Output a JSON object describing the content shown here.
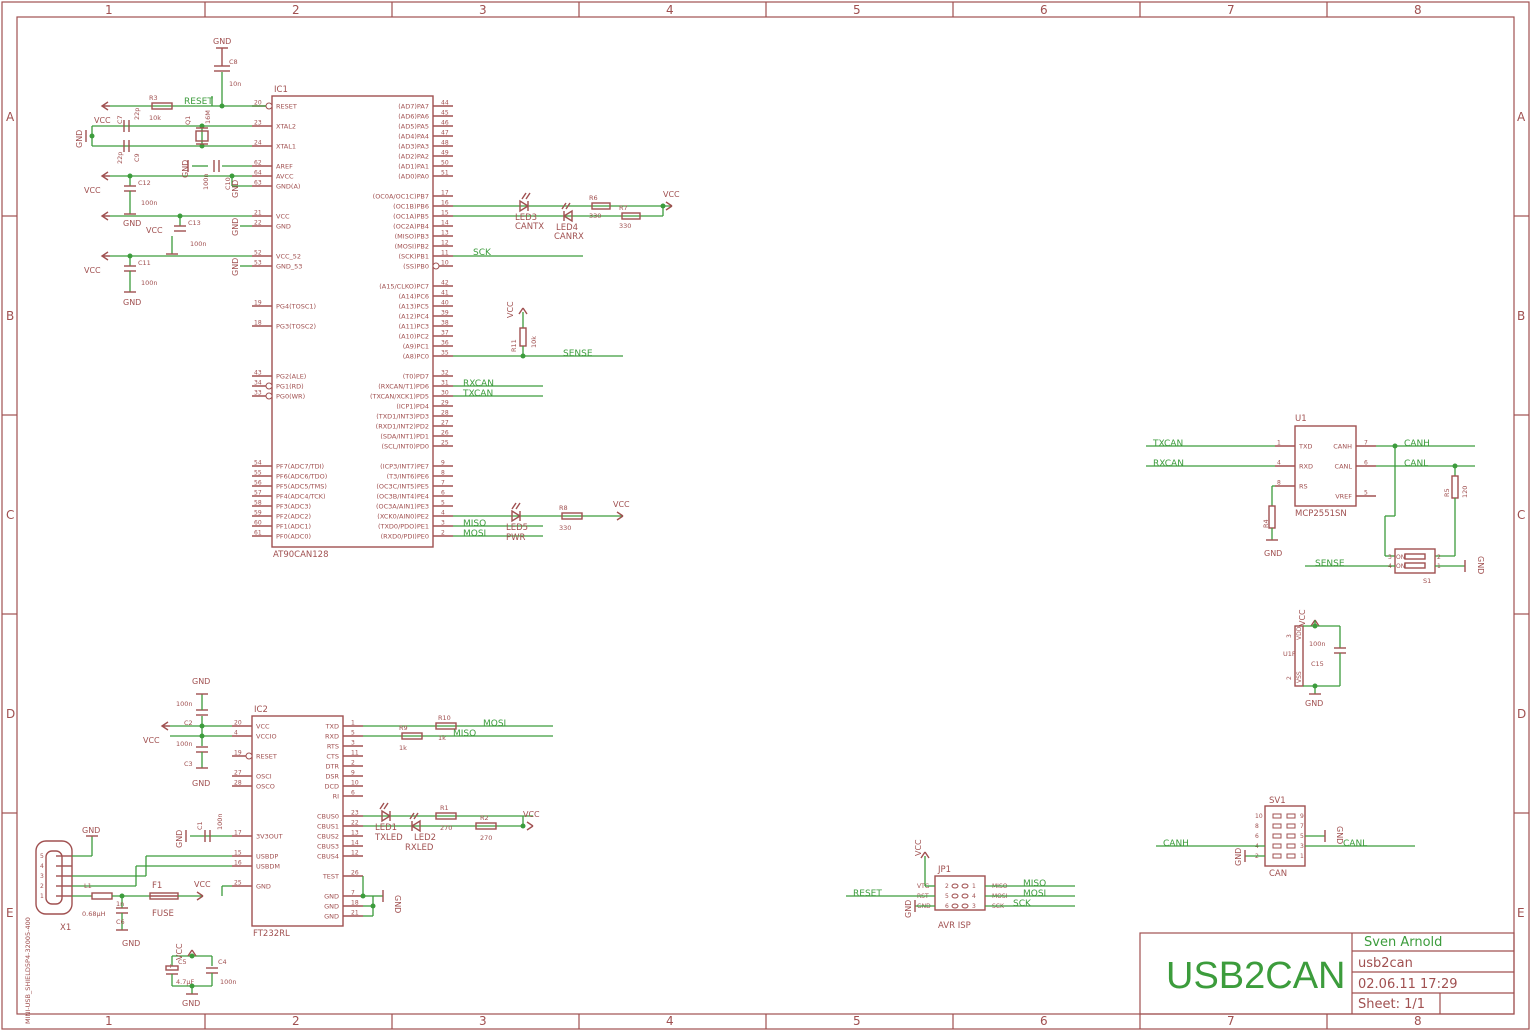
{
  "frame": {
    "columns": [
      "1",
      "2",
      "3",
      "4",
      "5",
      "6",
      "7",
      "8"
    ],
    "rows": [
      "A",
      "B",
      "C",
      "D",
      "E"
    ]
  },
  "title_block": {
    "project": "USB2CAN",
    "author": "Sven Arnold",
    "name": "usb2can",
    "date": "02.06.11 17:29",
    "sheet": "Sheet: 1/1"
  },
  "ic1": {
    "ref": "IC1",
    "part": "AT90CAN128",
    "left_pins": [
      {
        "name": "RESET",
        "num": "20"
      },
      {
        "name": "XTAL2",
        "num": "23"
      },
      {
        "name": "XTAL1",
        "num": "24"
      },
      {
        "name": "AREF",
        "num": "62"
      },
      {
        "name": "AVCC",
        "num": "64"
      },
      {
        "name": "GND(A)",
        "num": "63"
      },
      {
        "name": "VCC",
        "num": "21"
      },
      {
        "name": "GND",
        "num": "22"
      },
      {
        "name": "VCC_52",
        "num": "52"
      },
      {
        "name": "GND_53",
        "num": "53"
      },
      {
        "name": "PG4(TOSC1)",
        "num": "19"
      },
      {
        "name": "PG3(TOSC2)",
        "num": "18"
      },
      {
        "name": "PG2(ALE)",
        "num": "43"
      },
      {
        "name": "PG1(RD)",
        "num": "34"
      },
      {
        "name": "PG0(WR)",
        "num": "33"
      },
      {
        "name": "PF7(ADC7/TDI)",
        "num": "54"
      },
      {
        "name": "PF6(ADC6/TDO)",
        "num": "55"
      },
      {
        "name": "PF5(ADC5/TMS)",
        "num": "56"
      },
      {
        "name": "PF4(ADC4/TCK)",
        "num": "57"
      },
      {
        "name": "PF3(ADC3)",
        "num": "58"
      },
      {
        "name": "PF2(ADC2)",
        "num": "59"
      },
      {
        "name": "PF1(ADC1)",
        "num": "60"
      },
      {
        "name": "PF0(ADC0)",
        "num": "61"
      }
    ],
    "right_pins": [
      {
        "name": "(AD7)PA7",
        "num": "44"
      },
      {
        "name": "(AD6)PA6",
        "num": "45"
      },
      {
        "name": "(AD5)PA5",
        "num": "46"
      },
      {
        "name": "(AD4)PA4",
        "num": "47"
      },
      {
        "name": "(AD3)PA3",
        "num": "48"
      },
      {
        "name": "(AD2)PA2",
        "num": "49"
      },
      {
        "name": "(AD1)PA1",
        "num": "50"
      },
      {
        "name": "(AD0)PA0",
        "num": "51"
      },
      {
        "name": "(OC0A/OC1C)PB7",
        "num": "17"
      },
      {
        "name": "(OC1B)PB6",
        "num": "16"
      },
      {
        "name": "(OC1A)PB5",
        "num": "15"
      },
      {
        "name": "(OC2A)PB4",
        "num": "14"
      },
      {
        "name": "(MISO)PB3",
        "num": "13"
      },
      {
        "name": "(MOSI)PB2",
        "num": "12"
      },
      {
        "name": "(SCK)PB1",
        "num": "11"
      },
      {
        "name": "(SS)PB0",
        "num": "10"
      },
      {
        "name": "(A15/CLKO)PC7",
        "num": "42"
      },
      {
        "name": "(A14)PC6",
        "num": "41"
      },
      {
        "name": "(A13)PC5",
        "num": "40"
      },
      {
        "name": "(A12)PC4",
        "num": "39"
      },
      {
        "name": "(A11)PC3",
        "num": "38"
      },
      {
        "name": "(A10)PC2",
        "num": "37"
      },
      {
        "name": "(A9)PC1",
        "num": "36"
      },
      {
        "name": "(A8)PC0",
        "num": "35"
      },
      {
        "name": "(T0)PD7",
        "num": "32"
      },
      {
        "name": "(RXCAN/T1)PD6",
        "num": "31"
      },
      {
        "name": "(TXCAN/XCK1)PD5",
        "num": "30"
      },
      {
        "name": "(ICP1)PD4",
        "num": "29"
      },
      {
        "name": "(TXD1/INT3)PD3",
        "num": "28"
      },
      {
        "name": "(RXD1/INT2)PD2",
        "num": "27"
      },
      {
        "name": "(SDA/INT1)PD1",
        "num": "26"
      },
      {
        "name": "(SCL/INT0)PD0",
        "num": "25"
      },
      {
        "name": "(ICP3/INT7)PE7",
        "num": "9"
      },
      {
        "name": "(T3/INT6)PE6",
        "num": "8"
      },
      {
        "name": "(OC3C/INT5)PE5",
        "num": "7"
      },
      {
        "name": "(OC3B/INT4)PE4",
        "num": "6"
      },
      {
        "name": "(OC3A/AIN1)PE3",
        "num": "5"
      },
      {
        "name": "(XCK0/AIN0)PE2",
        "num": "4"
      },
      {
        "name": "(TXD0/PDO)PE1",
        "num": "3"
      },
      {
        "name": "(RXD0/PDI)PE0",
        "num": "2"
      }
    ]
  },
  "ic2": {
    "ref": "IC2",
    "part": "FT232RL",
    "left_pins": [
      {
        "name": "VCC",
        "num": "20"
      },
      {
        "name": "VCCIO",
        "num": "4"
      },
      {
        "name": "RESET",
        "num": "19"
      },
      {
        "name": "OSCI",
        "num": "27"
      },
      {
        "name": "OSCO",
        "num": "28"
      },
      {
        "name": "3V3OUT",
        "num": "17"
      },
      {
        "name": "USBDP",
        "num": "15"
      },
      {
        "name": "USBDM",
        "num": "16"
      },
      {
        "name": "GND",
        "num": "25"
      }
    ],
    "right_pins": [
      {
        "name": "TXD",
        "num": "1"
      },
      {
        "name": "RXD",
        "num": "5"
      },
      {
        "name": "RTS",
        "num": "3"
      },
      {
        "name": "CTS",
        "num": "11"
      },
      {
        "name": "DTR",
        "num": "2"
      },
      {
        "name": "DSR",
        "num": "9"
      },
      {
        "name": "DCD",
        "num": "10"
      },
      {
        "name": "RI",
        "num": "6"
      },
      {
        "name": "CBUS0",
        "num": "23"
      },
      {
        "name": "CBUS1",
        "num": "22"
      },
      {
        "name": "CBUS2",
        "num": "13"
      },
      {
        "name": "CBUS3",
        "num": "14"
      },
      {
        "name": "CBUS4",
        "num": "12"
      },
      {
        "name": "TEST",
        "num": "26"
      },
      {
        "name": "GND",
        "num": "7"
      },
      {
        "name": "GND",
        "num": "18"
      },
      {
        "name": "GND",
        "num": "21"
      }
    ]
  },
  "u1": {
    "ref": "U1",
    "part": "MCP2551SN",
    "left_pins": [
      {
        "name": "TXD",
        "num": "1"
      },
      {
        "name": "RXD",
        "num": "4"
      },
      {
        "name": "RS",
        "num": "8"
      }
    ],
    "right_pins": [
      {
        "name": "CANH",
        "num": "7"
      },
      {
        "name": "CANL",
        "num": "6"
      },
      {
        "name": "VREF",
        "num": "5"
      }
    ],
    "power_ref": "U1P",
    "power_pins": [
      {
        "name": "VDD",
        "num": "3"
      },
      {
        "name": "VSS",
        "num": "2"
      }
    ]
  },
  "jp1": {
    "ref": "JP1",
    "part": "AVR ISP",
    "left_pins": [
      {
        "name": "VTG",
        "num": "2"
      },
      {
        "name": "RST",
        "num": "5"
      },
      {
        "name": "GND",
        "num": "6"
      }
    ],
    "inner_left": [
      "2",
      "5",
      "6"
    ],
    "inner_right": [
      "1",
      "4",
      "3"
    ],
    "right_pins": [
      "MISO",
      "MOSI",
      "SCK"
    ]
  },
  "sv1": {
    "ref": "SV1",
    "part": "CAN",
    "left_nums": [
      "10",
      "8",
      "6",
      "4",
      "2"
    ],
    "right_nums": [
      "9",
      "7",
      "5",
      "3",
      "1"
    ]
  },
  "s1": {
    "ref": "S1",
    "nums_left": [
      "3",
      "4"
    ],
    "nums_right": [
      "2",
      "1"
    ],
    "marks": [
      "ON",
      "ON"
    ]
  },
  "x1": {
    "ref": "X1",
    "part": "MINI-USB_SHIELD5P4-32005-400",
    "pins": [
      "5",
      "4",
      "3",
      "2",
      "1"
    ]
  },
  "components": {
    "c8": {
      "ref": "C8",
      "val": "10n"
    },
    "r3": {
      "ref": "R3",
      "val": "10k"
    },
    "q1": {
      "ref": "Q1",
      "val": "16M"
    },
    "c7": {
      "ref": "C7",
      "val": "22p"
    },
    "c9": {
      "ref": "C9",
      "val": "22p"
    },
    "c10": {
      "ref": "C10",
      "val": "100n"
    },
    "c12": {
      "ref": "C12",
      "val": "100n"
    },
    "c13": {
      "ref": "C13",
      "val": "100n"
    },
    "c11": {
      "ref": "C11",
      "val": "100n"
    },
    "led3": {
      "ref": "LED3",
      "val": "CANTX"
    },
    "led4": {
      "ref": "LED4",
      "val": "CANRX"
    },
    "r6": {
      "ref": "R6",
      "val": "330"
    },
    "r7": {
      "ref": "R7",
      "val": "330"
    },
    "r11": {
      "ref": "R11",
      "val": "10k"
    },
    "led5": {
      "ref": "LED5",
      "val": "PWR"
    },
    "r8": {
      "ref": "R8",
      "val": "330"
    },
    "r4": {
      "ref": "R4"
    },
    "r5": {
      "ref": "R5",
      "val": "120"
    },
    "c15": {
      "ref": "C15",
      "val": "100n"
    },
    "c2": {
      "ref": "C2",
      "val": "100n"
    },
    "c3": {
      "ref": "C3",
      "val": "100n"
    },
    "r9": {
      "ref": "R9",
      "val": "1k"
    },
    "r10": {
      "ref": "R10",
      "val": "1k"
    },
    "c1": {
      "ref": "C1",
      "val": "100n"
    },
    "led1": {
      "ref": "LED1",
      "val": "TXLED"
    },
    "led2": {
      "ref": "LED2",
      "val": "RXLED"
    },
    "r1": {
      "ref": "R1",
      "val": "270"
    },
    "r2": {
      "ref": "R2",
      "val": "270"
    },
    "l1": {
      "ref": "L1",
      "val": "0.68µH"
    },
    "c6": {
      "ref": "C6",
      "val": "1n"
    },
    "f1": {
      "ref": "F1",
      "val": "FUSE"
    },
    "c5": {
      "ref": "C5",
      "val": "4.7µF"
    },
    "c4": {
      "ref": "C4",
      "val": "100n"
    }
  },
  "supplies": {
    "gnd": "GND",
    "vcc": "VCC",
    "plus": "+"
  },
  "nets": {
    "reset": "RESET",
    "sck": "SCK",
    "sense": "SENSE",
    "rxcan": "RXCAN",
    "txcan": "TXCAN",
    "miso": "MISO",
    "mosi": "MOSI",
    "canh": "CANH",
    "canl": "CANL"
  }
}
